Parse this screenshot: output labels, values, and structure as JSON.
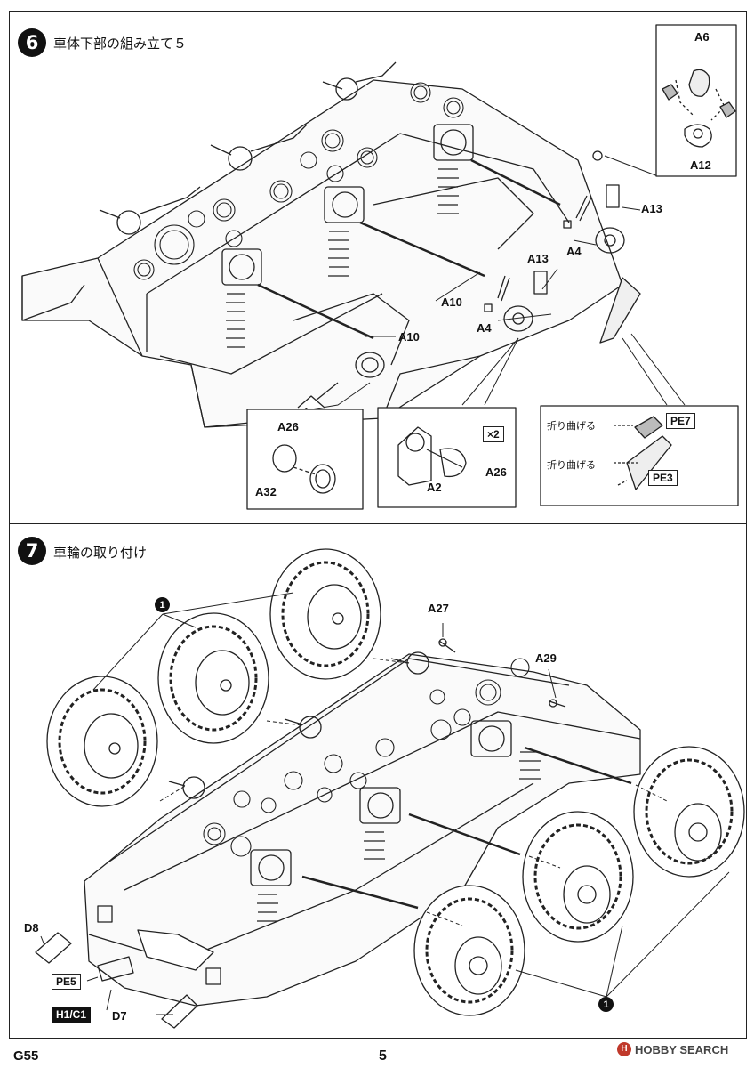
{
  "step6": {
    "number": "6",
    "title": "車体下部の組み立て５",
    "parts": {
      "a6": "A6",
      "a12": "A12",
      "a13_upper": "A13",
      "a13_lower": "A13",
      "a4_upper": "A4",
      "a4_lower": "A4",
      "a10_upper": "A10",
      "a10_lower": "A10",
      "a26_left": "A26",
      "a32": "A32",
      "a26_mid": "A26",
      "a2": "A2"
    },
    "quantity": "×2",
    "bend1": "折り曲げる",
    "bend2": "折り曲げる",
    "pe7": "PE7",
    "pe3": "PE3"
  },
  "step7": {
    "number": "7",
    "title": "車輪の取り付け",
    "parts": {
      "a27": "A27",
      "a29": "A29",
      "d8": "D8",
      "d7": "D7"
    },
    "pe5": "PE5",
    "h1c1": "H1/C1",
    "callout_top": "1",
    "callout_bottom": "1"
  },
  "footer": {
    "code": "G55",
    "page": "5",
    "watermark": "HOBBY SEARCH",
    "watermark_logo": "H"
  }
}
